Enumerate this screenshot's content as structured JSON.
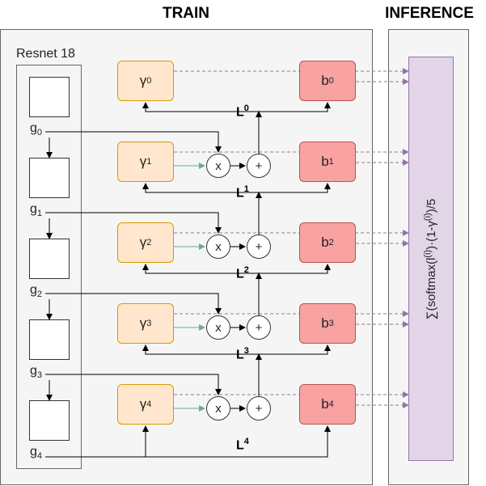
{
  "headers": {
    "train": "TRAIN",
    "inference": "INFERENCE"
  },
  "resnet": {
    "label": "Resnet 18"
  },
  "layers": [
    {
      "g_base": "g",
      "g_sub": "0",
      "gamma_base": "γ",
      "gamma_sup": "0",
      "b_base": "b",
      "b_sub": "0",
      "loss_base": "L",
      "loss_sup": "0"
    },
    {
      "g_base": "g",
      "g_sub": "1",
      "gamma_base": "γ",
      "gamma_sup": "1",
      "b_base": "b",
      "b_sub": "1",
      "loss_base": "L",
      "loss_sup": "1"
    },
    {
      "g_base": "g",
      "g_sub": "2",
      "gamma_base": "γ",
      "gamma_sup": "2",
      "b_base": "b",
      "b_sub": "2",
      "loss_base": "L",
      "loss_sup": "2"
    },
    {
      "g_base": "g",
      "g_sub": "3",
      "gamma_base": "γ",
      "gamma_sup": "3",
      "b_base": "b",
      "b_sub": "3",
      "loss_base": "L",
      "loss_sup": "3"
    },
    {
      "g_base": "g",
      "g_sub": "4",
      "gamma_base": "γ",
      "gamma_sup": "4",
      "b_base": "b",
      "b_sub": "4",
      "loss_base": "L",
      "loss_sup": "4"
    }
  ],
  "ops": {
    "multiply": "x",
    "add": "+"
  },
  "inference": {
    "formula_a": "∑(softmax(l",
    "formula_sup1": "(i)",
    "formula_b": ")·(1-γ",
    "formula_sup2": "(i)",
    "formula_c": ")/5"
  },
  "colors": {
    "gamma_fill": "#ffe6cc",
    "gamma_stroke": "#d79b00",
    "b_fill": "#f8a2a2",
    "b_stroke": "#b85450",
    "inference_fill": "#e1d5e7",
    "inference_stroke": "#9673a6",
    "teal_arrow": "#67ab9f",
    "dashed_arrow": "#9673a6"
  }
}
